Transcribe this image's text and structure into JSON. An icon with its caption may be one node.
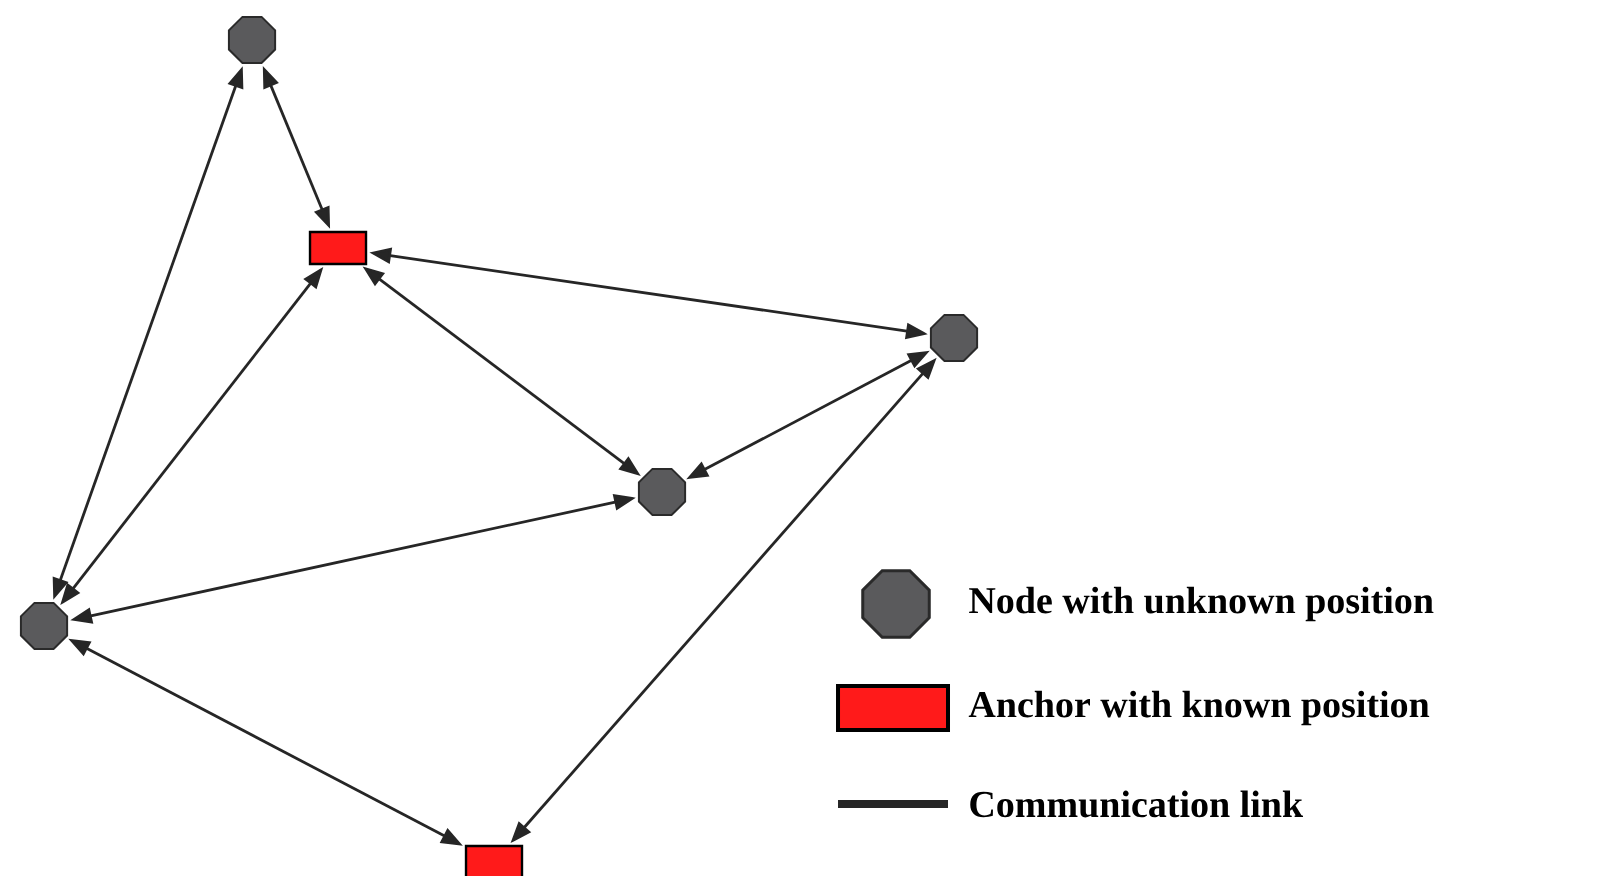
{
  "diagram": {
    "nodes": [
      {
        "text": [],
        "shape": "octagon"
      },
      {
        "text": [],
        "shape": "box"
      },
      {
        "text": [],
        "shape": "octagon"
      },
      {
        "text": [],
        "shape": "octagon"
      },
      {
        "text": [],
        "shape": "octagon"
      },
      {
        "text": [],
        "shape": "box"
      }
    ],
    "edges": [
      {
        "from": 0,
        "to": 1,
        "arrow": "both"
      },
      {
        "from": 0,
        "to": 4,
        "arrow": "both"
      },
      {
        "from": 1,
        "to": 2,
        "arrow": "both"
      },
      {
        "from": 1,
        "to": 3,
        "arrow": "both"
      },
      {
        "from": 1,
        "to": 4,
        "arrow": "both"
      },
      {
        "from": 2,
        "to": 3,
        "arrow": "both"
      },
      {
        "from": 3,
        "to": 4,
        "arrow": "both"
      },
      {
        "from": 4,
        "to": 5,
        "arrow": "both"
      },
      {
        "from": 2,
        "to": 5,
        "arrow": "both"
      }
    ],
    "legend": [
      {
        "text": "Node with unknown position"
      },
      {
        "text": "Anchor with known position",
        "color": "#ff1a1a"
      },
      {
        "text": "Communication link"
      }
    ]
  }
}
